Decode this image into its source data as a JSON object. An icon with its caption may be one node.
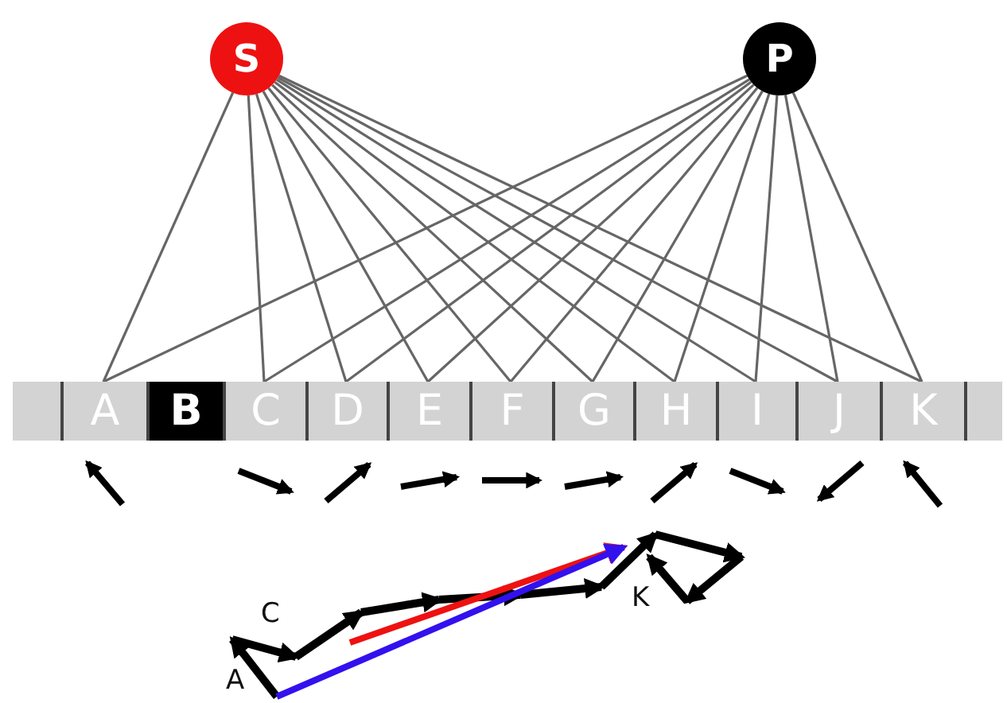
{
  "diagram": {
    "nodes": [
      {
        "text": [
          "S"
        ]
      },
      {
        "text": [
          "P"
        ]
      },
      {
        "text": [
          "A"
        ]
      },
      {
        "text": [
          "B"
        ]
      },
      {
        "text": [
          "C"
        ]
      },
      {
        "text": [
          "D"
        ]
      },
      {
        "text": [
          "E"
        ]
      },
      {
        "text": [
          "F"
        ]
      },
      {
        "text": [
          "G"
        ]
      },
      {
        "text": [
          "H"
        ]
      },
      {
        "text": [
          "I"
        ]
      },
      {
        "text": [
          "J"
        ]
      },
      {
        "text": [
          "K"
        ]
      }
    ],
    "edges": [
      {
        "from": 0,
        "to": 2,
        "arrow": "none"
      },
      {
        "from": 0,
        "to": 4,
        "arrow": "none"
      },
      {
        "from": 0,
        "to": 5,
        "arrow": "none"
      },
      {
        "from": 0,
        "to": 6,
        "arrow": "none"
      },
      {
        "from": 0,
        "to": 7,
        "arrow": "none"
      },
      {
        "from": 0,
        "to": 8,
        "arrow": "none"
      },
      {
        "from": 0,
        "to": 9,
        "arrow": "none"
      },
      {
        "from": 0,
        "to": 10,
        "arrow": "none"
      },
      {
        "from": 0,
        "to": 11,
        "arrow": "none"
      },
      {
        "from": 0,
        "to": 12,
        "arrow": "none"
      },
      {
        "from": 1,
        "to": 2,
        "arrow": "none"
      },
      {
        "from": 1,
        "to": 4,
        "arrow": "none"
      },
      {
        "from": 1,
        "to": 5,
        "arrow": "none"
      },
      {
        "from": 1,
        "to": 6,
        "arrow": "none"
      },
      {
        "from": 1,
        "to": 7,
        "arrow": "none"
      },
      {
        "from": 1,
        "to": 8,
        "arrow": "none"
      },
      {
        "from": 1,
        "to": 9,
        "arrow": "none"
      },
      {
        "from": 1,
        "to": 10,
        "arrow": "none"
      },
      {
        "from": 1,
        "to": 11,
        "arrow": "none"
      },
      {
        "from": 1,
        "to": 12,
        "arrow": "none"
      }
    ],
    "labels": [
      "A",
      "C",
      "K"
    ]
  }
}
